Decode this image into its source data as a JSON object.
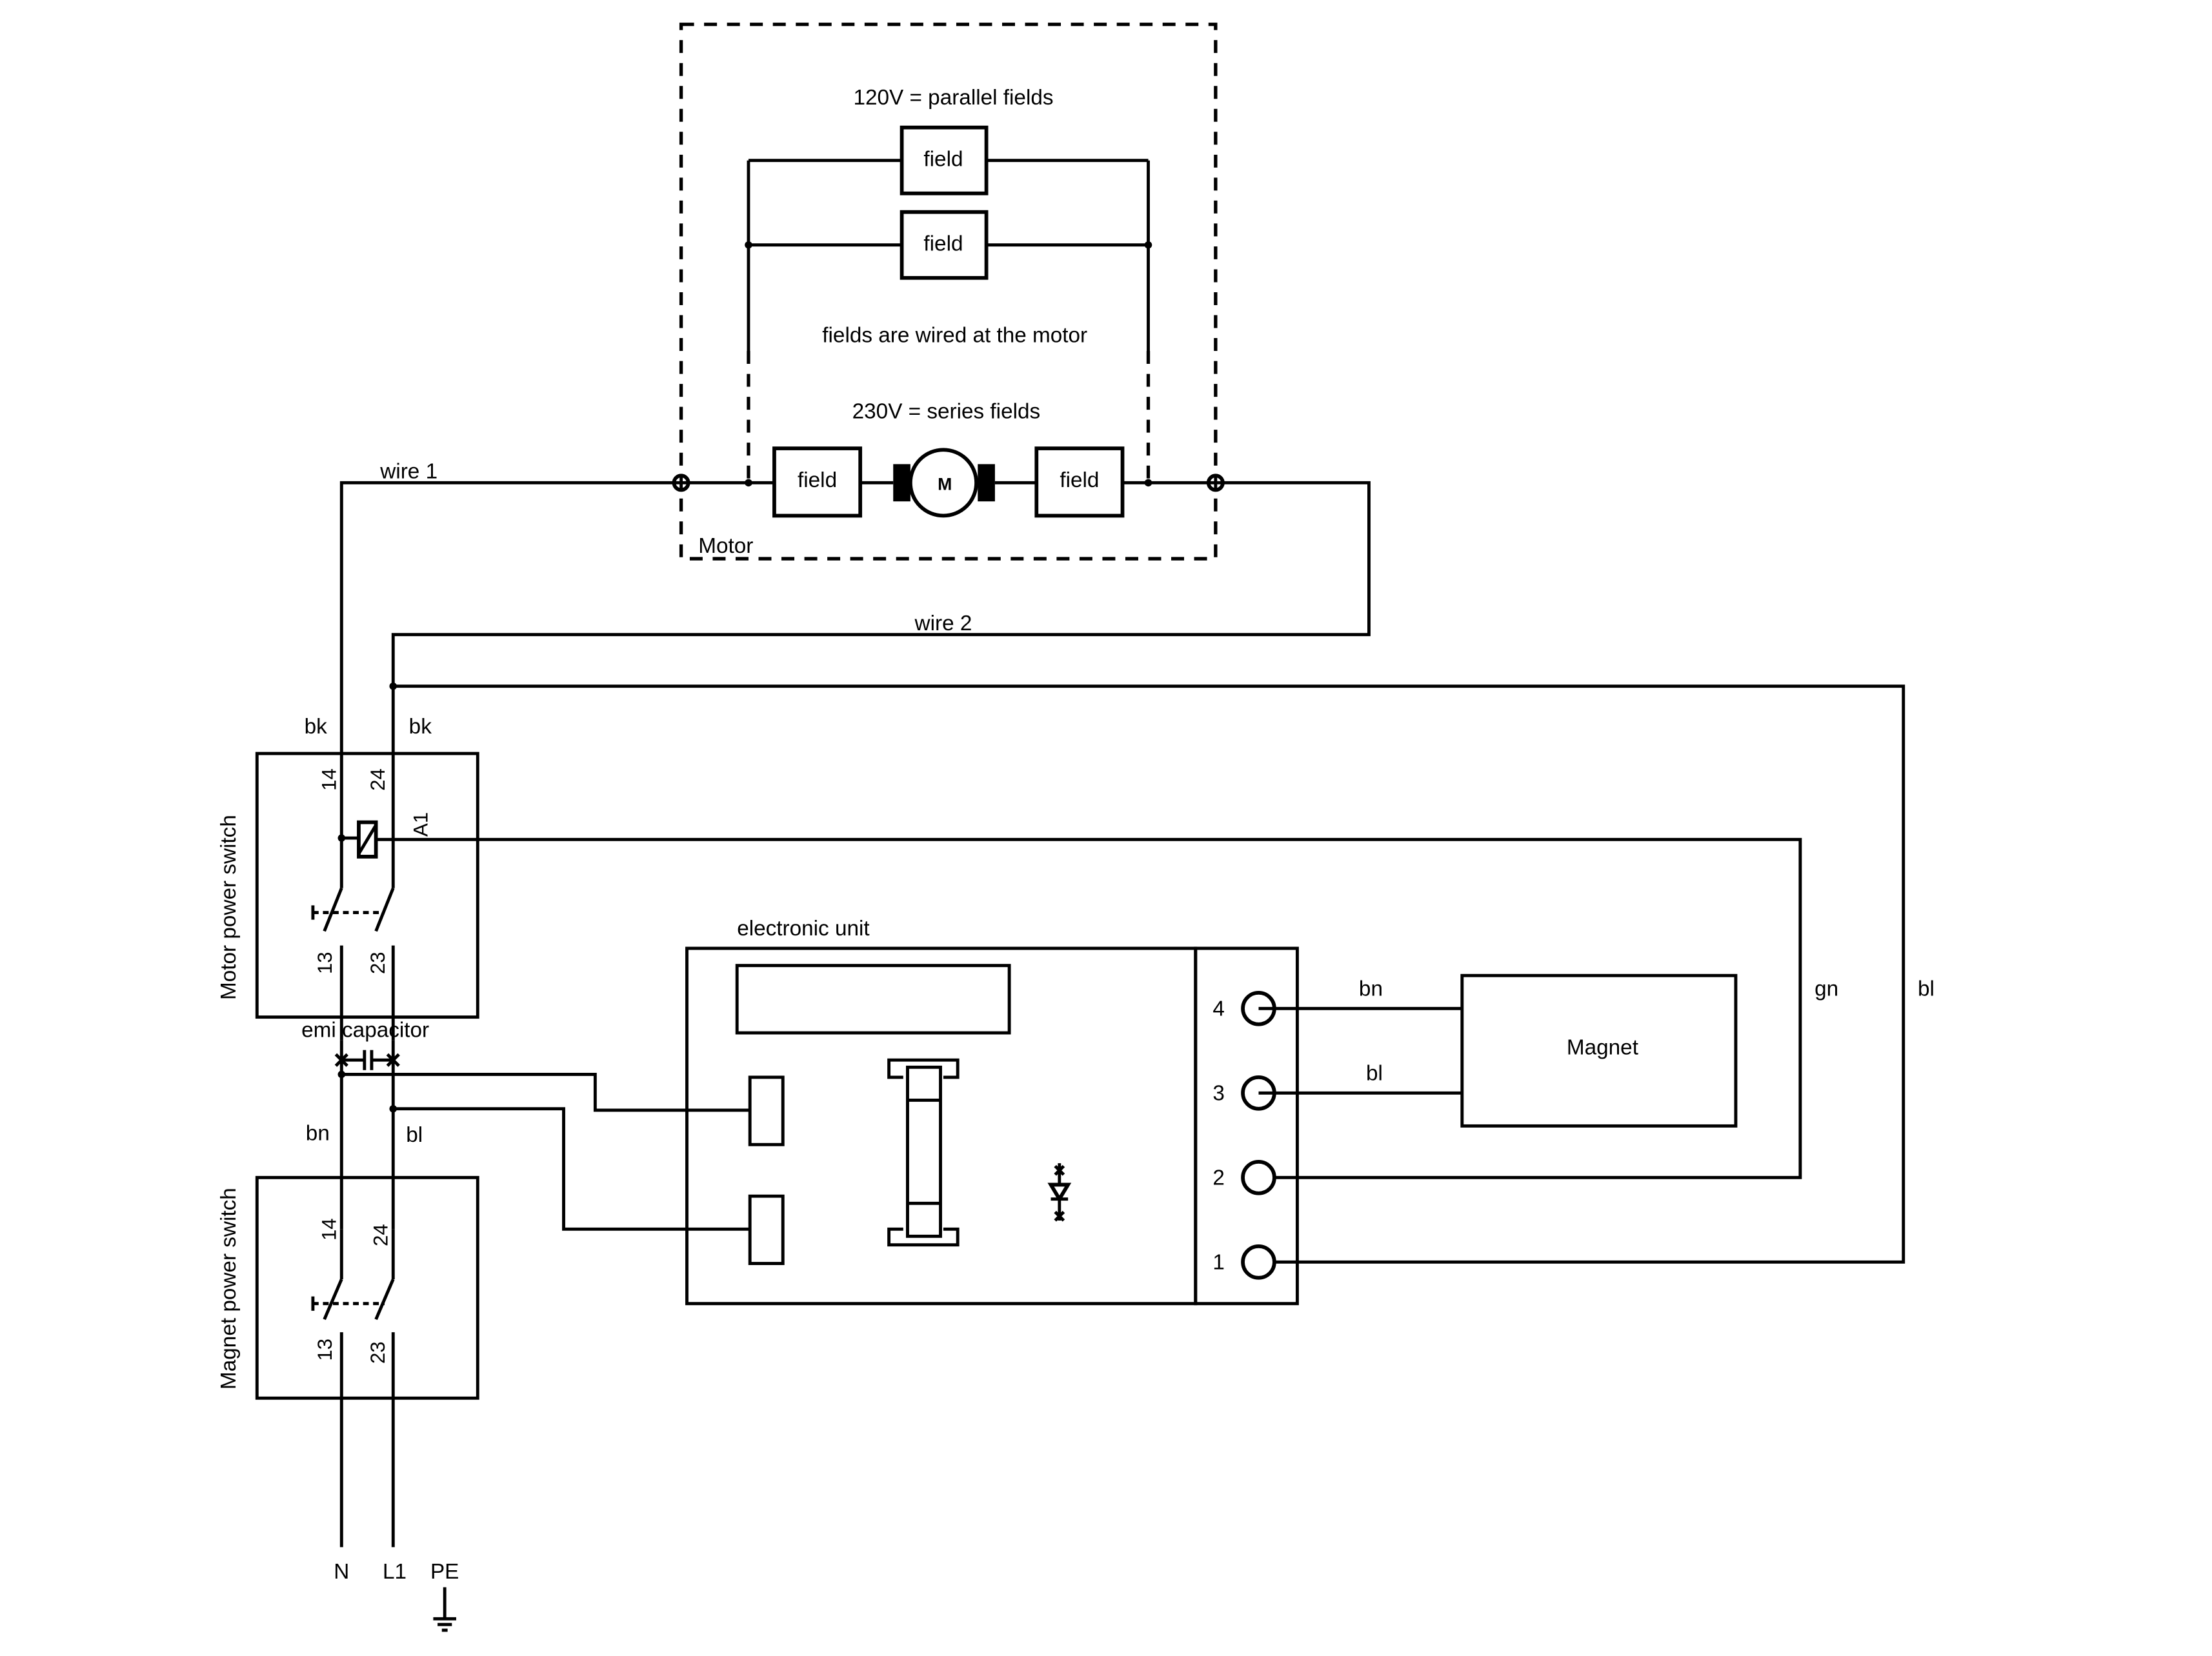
{
  "motor": {
    "label": "Motor",
    "parallel_label": "120V = parallel fields",
    "series_label": "230V = series fields",
    "wired_note": "fields are wired at the motor",
    "field_label": "field",
    "motor_symbol": "M"
  },
  "wires": {
    "wire1": "wire 1",
    "wire2": "wire 2"
  },
  "motor_switch": {
    "title": "Motor power switch",
    "terminals": [
      "14",
      "24",
      "13",
      "23",
      "A1"
    ],
    "wire_colors": [
      "bk",
      "bk"
    ]
  },
  "emi": {
    "label": "emi capacitor"
  },
  "magnet_switch": {
    "title": "Magnet power switch",
    "terminals": [
      "14",
      "24",
      "13",
      "23"
    ],
    "wire_colors": [
      "bn",
      "bl"
    ]
  },
  "electronic_unit": {
    "label": "electronic unit",
    "terminals": [
      "4",
      "3",
      "2",
      "1"
    ]
  },
  "magnet": {
    "label": "Magnet",
    "wire_colors": [
      "bn",
      "bl"
    ]
  },
  "external_wires": [
    "gn",
    "bl"
  ],
  "supply": [
    "N",
    "L1",
    "PE"
  ]
}
